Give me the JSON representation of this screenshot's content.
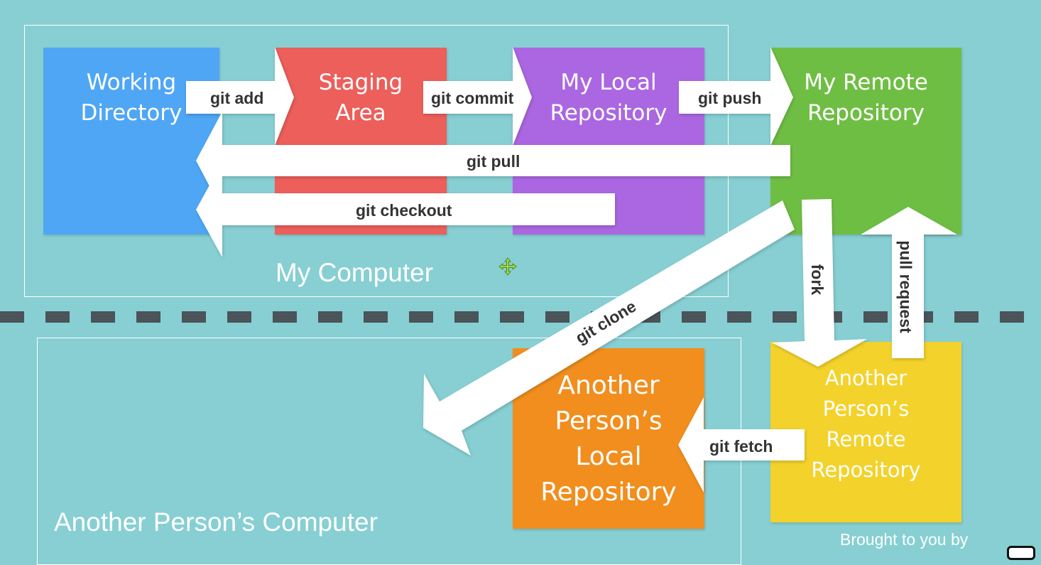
{
  "colors": {
    "background": "#87cfd3",
    "working_directory": "#4fa6f4",
    "staging_area": "#ec5f5a",
    "local_repository": "#ab67e1",
    "remote_repository": "#6fbe44",
    "another_local": "#f18e1e",
    "another_remote": "#f3d22b",
    "arrow_fill": "#ffffff",
    "arrow_text": "#333333",
    "divider": "#4a5459"
  },
  "regions": {
    "my_computer": "My Computer",
    "another_computer": "Another Person’s Computer"
  },
  "nodes": {
    "working_directory": "Working\nDirectory",
    "staging_area": "Staging\nArea",
    "local_repository": "My Local\nRepository",
    "remote_repository": "My Remote\nRepository",
    "another_local": "Another\nPerson’s\nLocal\nRepository",
    "another_remote": "Another\nPerson’s\nRemote\nRepository"
  },
  "edges": {
    "git_add": "git add",
    "git_commit": "git commit",
    "git_push": "git push",
    "git_pull": "git pull",
    "git_checkout": "git checkout",
    "git_clone": "git clone",
    "fork": "fork",
    "pull_request": "pull request",
    "git_fetch": "git fetch"
  },
  "credit": "Brought to you by",
  "icons": {
    "move": "move-cursor-icon",
    "logo": "logo-icon"
  }
}
